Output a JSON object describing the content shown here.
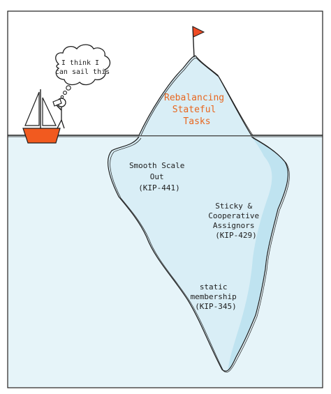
{
  "tip": {
    "lines": [
      "Rebalancing",
      "Stateful",
      "Tasks"
    ],
    "color": "#e8661e"
  },
  "thought": {
    "lines": [
      "I think I",
      "can sail this"
    ]
  },
  "features": [
    {
      "lines": [
        "Smooth Scale",
        "Out",
        "(KIP-441)"
      ]
    },
    {
      "lines": [
        "Sticky &",
        "Cooperative",
        "Assignors",
        "(KIP-429)"
      ]
    },
    {
      "lines": [
        "static",
        "membership",
        "(KIP-345)"
      ]
    }
  ],
  "colors": {
    "water": "#e6f4f9",
    "ice": "#d9eef6",
    "ice_shade": "#bfe3f0",
    "boat": "#f15a1f",
    "flag": "#ef4b24",
    "ink": "#1e1e1e"
  }
}
